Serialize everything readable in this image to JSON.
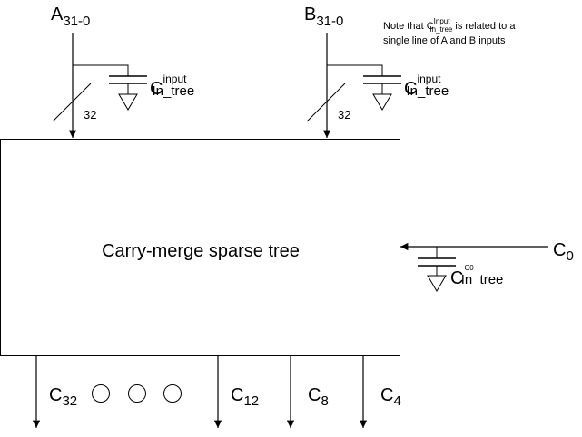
{
  "inputs": {
    "a": {
      "base": "A",
      "range": "31-0",
      "bus_width": "32"
    },
    "b": {
      "base": "B",
      "range": "31-0",
      "bus_width": "32"
    },
    "carry_in": {
      "base": "C",
      "sub": "0"
    }
  },
  "capacitors": {
    "input_a": {
      "base": "C",
      "sub": "In_tree",
      "sup": "input"
    },
    "input_b": {
      "base": "C",
      "sub": "In_tree",
      "sup": "input"
    },
    "carry_in": {
      "base": "C",
      "sub": "In_tree",
      "sup": "C0"
    }
  },
  "note": {
    "line1_prefix": "Note that C",
    "line1_sup": "Input",
    "line1_sub": "In_tree",
    "line1_suffix": " is related to a",
    "line2": "single line of A and B inputs"
  },
  "block": {
    "title": "Carry-merge sparse tree"
  },
  "outputs": [
    {
      "base": "C",
      "sub": "32"
    },
    {
      "base": "C",
      "sub": "12"
    },
    {
      "base": "C",
      "sub": "8"
    },
    {
      "base": "C",
      "sub": "4"
    }
  ]
}
